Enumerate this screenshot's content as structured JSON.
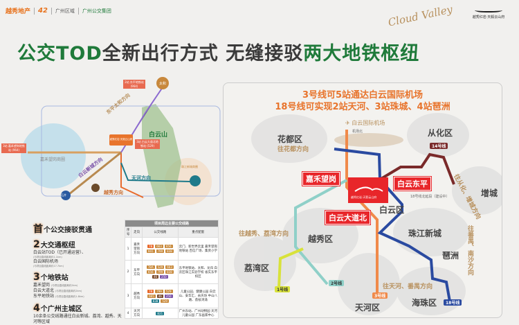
{
  "header": {
    "logos": [
      "越秀地产",
      "42",
      "广州区域",
      "广州公交集团"
    ],
    "project_logo": "越秀红岩·天毅云山府",
    "script": "Cloud Valley"
  },
  "title": {
    "part1": "公交TOD",
    "part2": "全新出行方式 无缝接驳",
    "part3": "两大地铁枢纽"
  },
  "left_map": {
    "project": "越秀红岩·天毅云山府",
    "baiyunshan": "白云山",
    "taihe": "太和",
    "dirs": [
      "东平太和方向",
      "白云新城方向",
      "越秀方向",
      "天河方向"
    ],
    "areas": [
      "嘉禾望岗商圈",
      "珠江新城商圈"
    ],
    "callouts": [
      "2站 东平地铁站 (964)",
      "3站 嘉禾望岗地铁站 (964)",
      "3站 白云大道北地铁站 (529)"
    ],
    "places": [
      "白云东平",
      "白云大道北",
      "石井",
      "广州东站"
    ]
  },
  "highlights": [
    {
      "num": "首",
      "title": "个公交接驳贯通",
      "lines": []
    },
    {
      "num": "2",
      "title": "大交通枢纽",
      "lines": [
        {
          "t": "白云站TOD（已开通运营）、",
          "s": "(与项目直线距离约1.1km)"
        },
        {
          "t": "白云国际机场",
          "s": "(与项目直线距离约17.7km)"
        }
      ]
    },
    {
      "num": "3",
      "title": "个地铁站",
      "lines": [
        {
          "t": "嘉禾望岗",
          "s": "(与项目直线距离约2km)"
        },
        {
          "t": "白云大道北",
          "s": "(与项目直线距离约2km)"
        },
        {
          "t": "东平地铁站",
          "s": "(与项目直线距离约1.8km)"
        }
      ]
    },
    {
      "num": "4",
      "title": "个广州主城区",
      "lines": [
        {
          "t": "10余条公交线路通往白云新城、荔湾、越秀、天河等区域",
          "s": ""
        }
      ]
    }
  ],
  "bus_table": {
    "caption": "项目周边主要公交线路",
    "headers": [
      "序号",
      "走向",
      "公交线路",
      "重点配套"
    ],
    "rows": [
      {
        "no": "1",
        "dir": "嘉禾望岗方向",
        "routes": [
          "78",
          "663",
          "656",
          "665",
          "799",
          "838"
        ],
        "poi": "云门、新世界云里 嘉禾望岗地铁站 百信广场、集贤小学"
      },
      {
        "no": "2",
        "dir": "东平方向",
        "routes": [
          "78A",
          "529",
          "663",
          "656",
          "799",
          "838",
          "46",
          "250"
        ],
        "poi": "东平地铁站、太和、龙归 白云区珠江实验学校 省实东平校区"
      },
      {
        "no": "3",
        "dir": "越秀方向",
        "routes": [
          "78",
          "799",
          "529",
          "665",
          "46",
          "250",
          "838",
          "529"
        ],
        "poi": "儿童公园、健康公园 白云山、安华汇、永庆坊 中山八路、荔枝湾涌"
      },
      {
        "no": "4",
        "dir": "天河方向",
        "routes": [
          "B21"
        ],
        "poi": "广州东站、广州动物园 天河儿童公园 广东画家中心"
      }
    ]
  },
  "right_map": {
    "title1": "3号线可5站通达白云国际机场",
    "title2": "18号线可实现2站天河、3站珠城、4站琶洲",
    "airport": "白云国际机场",
    "airport_north": "机场北",
    "districts": [
      "花都区",
      "从化区",
      "增城",
      "白云区",
      "越秀区",
      "珠江新城",
      "琶洲",
      "荔湾区",
      "天河区",
      "海珠区"
    ],
    "directions": [
      "往花都方向",
      "往越秀、荔湾方向",
      "往天河、番禺方向",
      "往从化、增城方向",
      "往番禺、南沙方向"
    ],
    "stations": [
      "嘉禾望岗",
      "白云东平",
      "白云大道北"
    ],
    "note18": "18号线北延段（建设中）",
    "lines": {
      "l1": "1号线",
      "l2": "2号线",
      "l3": "3号线",
      "l14": "14号线",
      "l18": "18号线"
    },
    "colors": {
      "l1": "#d8e23a",
      "l2": "#8fd0c8",
      "l3": "#f08a4a",
      "l14": "#7a2a2a",
      "l18": "#2a4aa0"
    }
  }
}
